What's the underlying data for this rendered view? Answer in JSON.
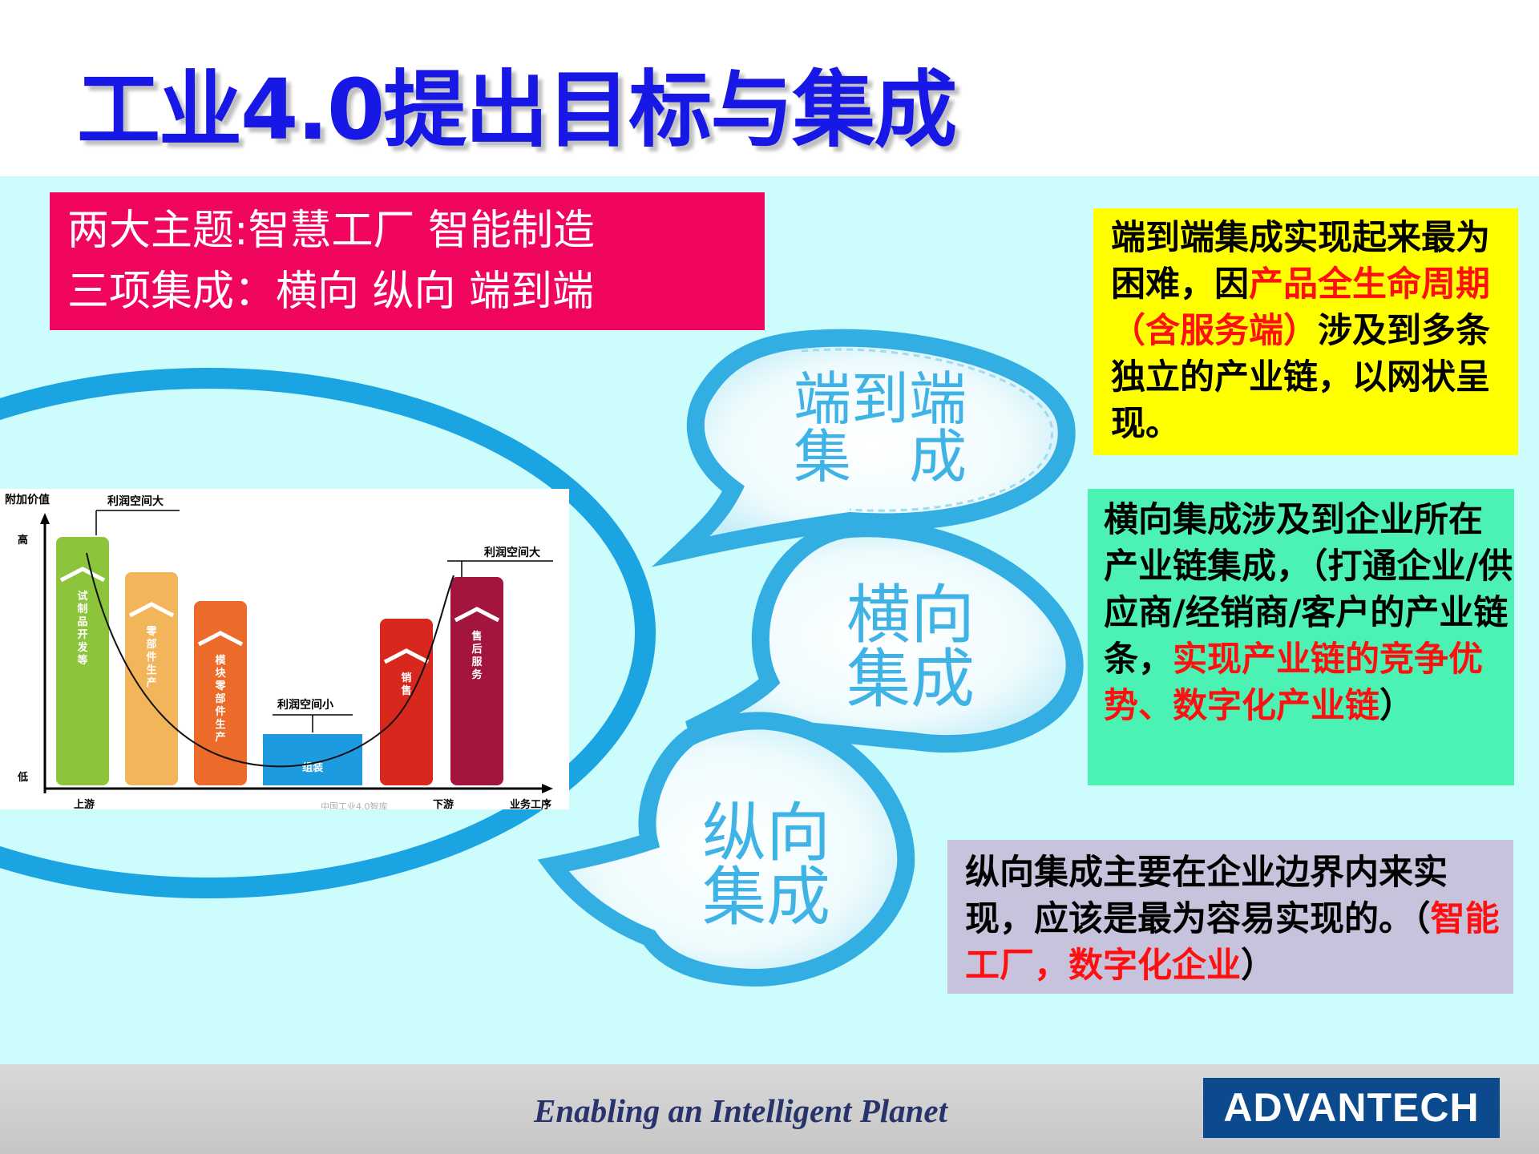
{
  "slide": {
    "title": "工业4.0提出目标与集成"
  },
  "summary_box": {
    "line1": "两大主题:智慧工厂 智能制造",
    "line2": "三项集成：横向 纵向 端到端"
  },
  "bubbles": {
    "end_to_end_line1": "端到端",
    "end_to_end_line2": "集　成",
    "horizontal_line1": "横向",
    "horizontal_line2": "集成",
    "vertical_line1": "纵向",
    "vertical_line2": "集成"
  },
  "notes": {
    "end_to_end": {
      "part1": "端到端集成实现起来最为困难，因",
      "part2_red": "产品全生命周期（含服务端）",
      "part3": "涉及到多条独立的产业链，以网状呈现。"
    },
    "horizontal": {
      "part1": "横向集成涉及到企业所在产业链集成，（打通企业/供应商/经销商/客户的产业链条，",
      "part2_red": "实现产业链的竞争优势、数字化产业链",
      "part3": "）"
    },
    "vertical": {
      "part1": "纵向集成主要在企业边界内来实现，应该是最为容易实现的。（",
      "part2_red": "智能工厂，数字化企业",
      "part3": "）"
    }
  },
  "smile_chart": {
    "ylabel": "附加价值",
    "high": "高",
    "low": "低",
    "upstream": "上游",
    "downstream": "下游",
    "xlabel": "业务工序",
    "profit_big_left": "利润空间大",
    "profit_big_right": "利润空间大",
    "profit_small": "利润空间小",
    "watermark": "中国工业4.0智库",
    "bars": [
      {
        "label": "试制品开发等",
        "color": "#8cc43c"
      },
      {
        "label": "零部件生产",
        "color": "#f2b55a"
      },
      {
        "label": "模块零部件生产",
        "color": "#ec6a2a"
      },
      {
        "label": "组装",
        "color": "#1c9be0"
      },
      {
        "label": "销售",
        "color": "#d8281e"
      },
      {
        "label": "售后服务",
        "color": "#a3153c"
      }
    ]
  },
  "footer": {
    "tagline": "Enabling an Intelligent Planet",
    "logo": "ADVANTECH"
  }
}
